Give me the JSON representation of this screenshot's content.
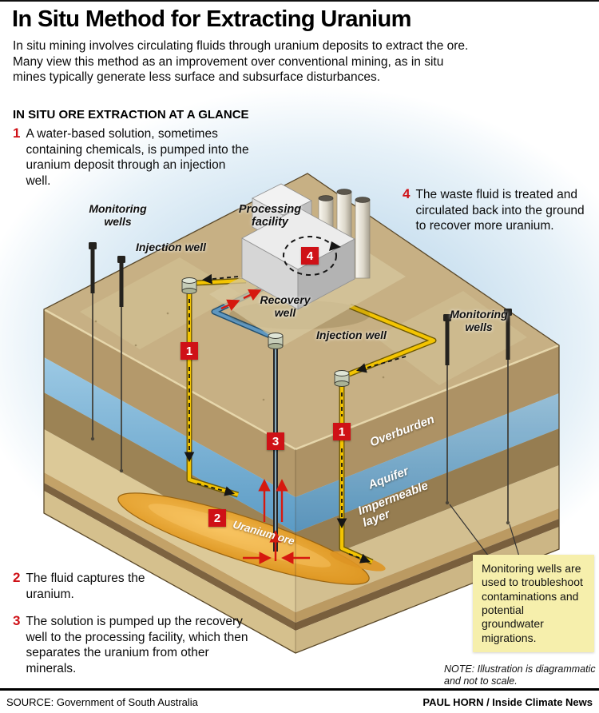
{
  "title": "In Situ Method for Extracting Uranium",
  "intro": "In situ mining involves circulating fluids through uranium deposits to extract the ore. Many view this method as an improvement over conventional mining, as in situ mines typically generate less surface and subsurface disturbances.",
  "glance_header": "IN SITU ORE EXTRACTION AT A GLANCE",
  "steps": [
    {
      "num": "1",
      "text": "A water-based solution, sometimes containing chemicals, is pumped into the uranium deposit through an injection well."
    },
    {
      "num": "2",
      "text": "The fluid captures the uranium."
    },
    {
      "num": "3",
      "text": "The solution is pumped up the recovery well to the processing facility, which then separates the uranium from other minerals."
    },
    {
      "num": "4",
      "text": "The waste fluid is treated and circulated back into the ground to recover more uranium."
    }
  ],
  "labels": {
    "monitoring_wells_left": "Monitoring wells",
    "injection_well_left": "Injection well",
    "processing_facility": "Processing facility",
    "recovery_well": "Recovery well",
    "injection_well_right": "Injection well",
    "monitoring_wells_right": "Monitoring wells",
    "overburden": "Overburden",
    "aquifer": "Aquifer",
    "impermeable_layer": "Impermeable layer",
    "uranium_ore": "Uranium ore"
  },
  "diagram_badges": {
    "injection_left": "1",
    "injection_right": "1",
    "ore": "2",
    "recovery": "3",
    "facility": "4"
  },
  "note_box_text": "Monitoring wells are used to troubleshoot contaminations and potential groundwater migrations.",
  "scale_note": "NOTE: Illustration is diagrammatic and not to scale.",
  "footer": {
    "source": "SOURCE: Government of South Australia",
    "credit": "PAUL HORN / Inside Climate News"
  },
  "colors": {
    "badge_red": "#cf1117",
    "pipe_yellow": "#f3c402",
    "aquifer_blue": "#5f9fc8",
    "ore_orange": "#e09a26",
    "note_box_yellow": "#f6efac",
    "sky_blue": "#c2dcee"
  }
}
